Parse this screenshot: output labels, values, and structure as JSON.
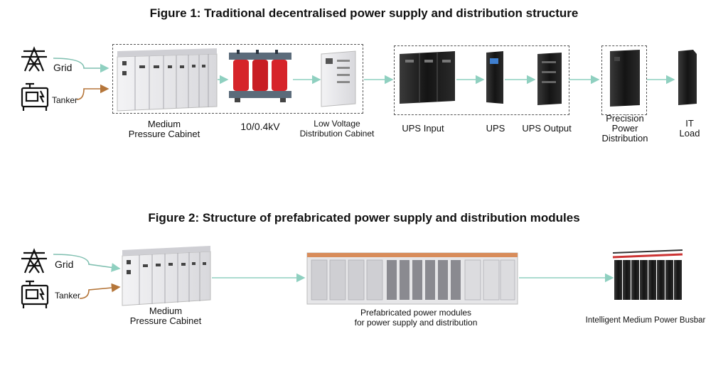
{
  "fig1": {
    "title": "Figure 1: Traditional decentralised power supply and distribution structure",
    "grid_label": "Grid",
    "tanker_label": "Tanker",
    "medium_cabinet": [
      "Medium",
      "Pressure Cabinet"
    ],
    "transformer": "10/0.4kV",
    "low_voltage": [
      "Low Voltage",
      "Distribution Cabinet"
    ],
    "ups_input": "UPS Input",
    "ups": "UPS",
    "ups_output": "UPS Output",
    "precision": [
      "Precision",
      "Power",
      "Distribution"
    ],
    "it_load": [
      "IT",
      "Load"
    ]
  },
  "fig2": {
    "title": "Figure 2: Structure of prefabricated power supply and distribution modules",
    "grid_label": "Grid",
    "tanker_label": "Tanker",
    "medium_cabinet": [
      "Medium",
      "Pressure Cabinet"
    ],
    "prefab": [
      "Prefabricated power modules",
      "for power supply and distribution"
    ],
    "busbar": "Intelligent Medium Power Busbar"
  },
  "colors": {
    "grid_line": "#7fbfb0",
    "tanker_line": "#b5763a",
    "arrow": "#8fd0c0",
    "transformer_red": "#d6242a",
    "cabinet_gray": "#e9e9ec",
    "ups_black": "#1a1a1a"
  }
}
